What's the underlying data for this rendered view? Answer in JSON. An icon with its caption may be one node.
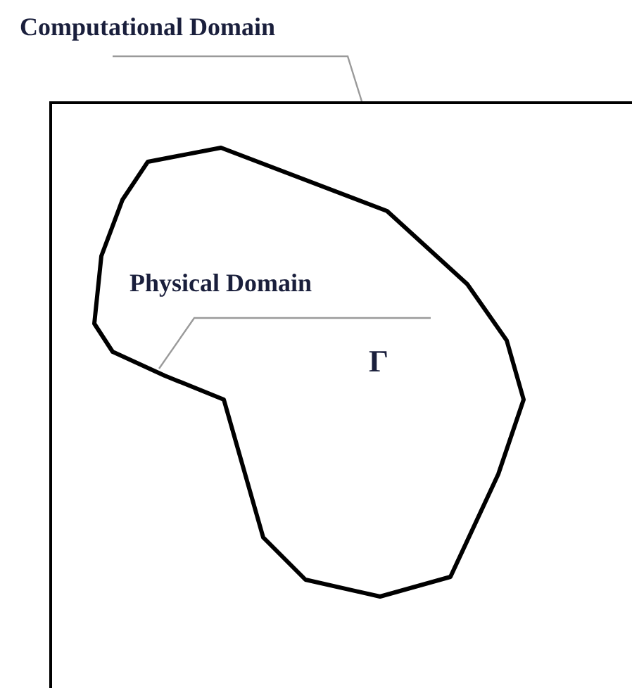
{
  "diagram": {
    "nodes": [
      {
        "text": [
          "Computational Domain"
        ]
      },
      {
        "text": [],
        "shape": "box"
      },
      {
        "text": [],
        "shape": "polygon",
        "in": 1
      },
      {
        "text": [
          "Physical Domain"
        ],
        "in": 2
      }
    ],
    "edges": [
      {
        "from": 0,
        "to": 1,
        "arrow": "none"
      },
      {
        "from": 3,
        "to": 2,
        "arrow": "none"
      }
    ],
    "labels": [
      "Γ"
    ]
  }
}
